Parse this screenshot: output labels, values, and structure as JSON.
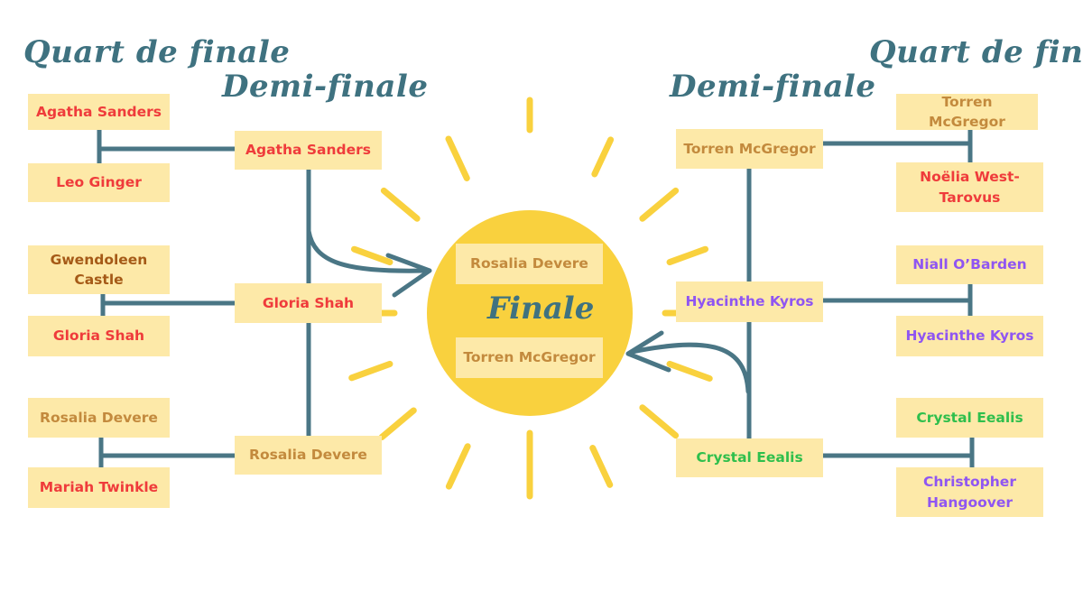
{
  "headings": {
    "left_quarter": "Quart de finale",
    "left_semi": "Demi-finale",
    "right_quarter": "Quart de finale",
    "right_semi": "Demi-finale",
    "finale": "Finale"
  },
  "colors": {
    "connector": "#4a7685",
    "box_fill": "#fde9a8",
    "sun": "#f9d13e",
    "red": "#ef3b3b",
    "gold": "#c38a3d",
    "brown": "#a55a17",
    "purple": "#8f55f2",
    "green": "#2fbf4c"
  },
  "left_quarter": [
    {
      "name": "Agatha Sanders",
      "color": "red"
    },
    {
      "name": "Leo Ginger",
      "color": "red"
    },
    {
      "name": "Gwendoleen Castle",
      "color": "brown"
    },
    {
      "name": "Gloria Shah",
      "color": "red"
    },
    {
      "name": "Rosalia Devere",
      "color": "gold"
    },
    {
      "name": "Mariah Twinkle",
      "color": "red"
    }
  ],
  "left_semi": [
    {
      "name": "Agatha Sanders",
      "color": "red"
    },
    {
      "name": "Gloria Shah",
      "color": "red"
    },
    {
      "name": "Rosalia Devere",
      "color": "gold"
    }
  ],
  "right_quarter": [
    {
      "name": "Torren McGregor",
      "color": "gold"
    },
    {
      "name": "Noëlia West-Tarovus",
      "color": "red"
    },
    {
      "name": "Niall O’Barden",
      "color": "purple"
    },
    {
      "name": "Hyacinthe Kyros",
      "color": "purple"
    },
    {
      "name": "Crystal Eealis",
      "color": "green"
    },
    {
      "name": "Christopher Hangoover",
      "color": "purple"
    }
  ],
  "right_semi": [
    {
      "name": "Torren McGregor",
      "color": "gold"
    },
    {
      "name": "Hyacinthe Kyros",
      "color": "purple"
    },
    {
      "name": "Crystal Eealis",
      "color": "green"
    }
  ],
  "finale": [
    {
      "name": "Rosalia Devere",
      "color": "gold"
    },
    {
      "name": "Torren McGregor",
      "color": "gold"
    }
  ]
}
